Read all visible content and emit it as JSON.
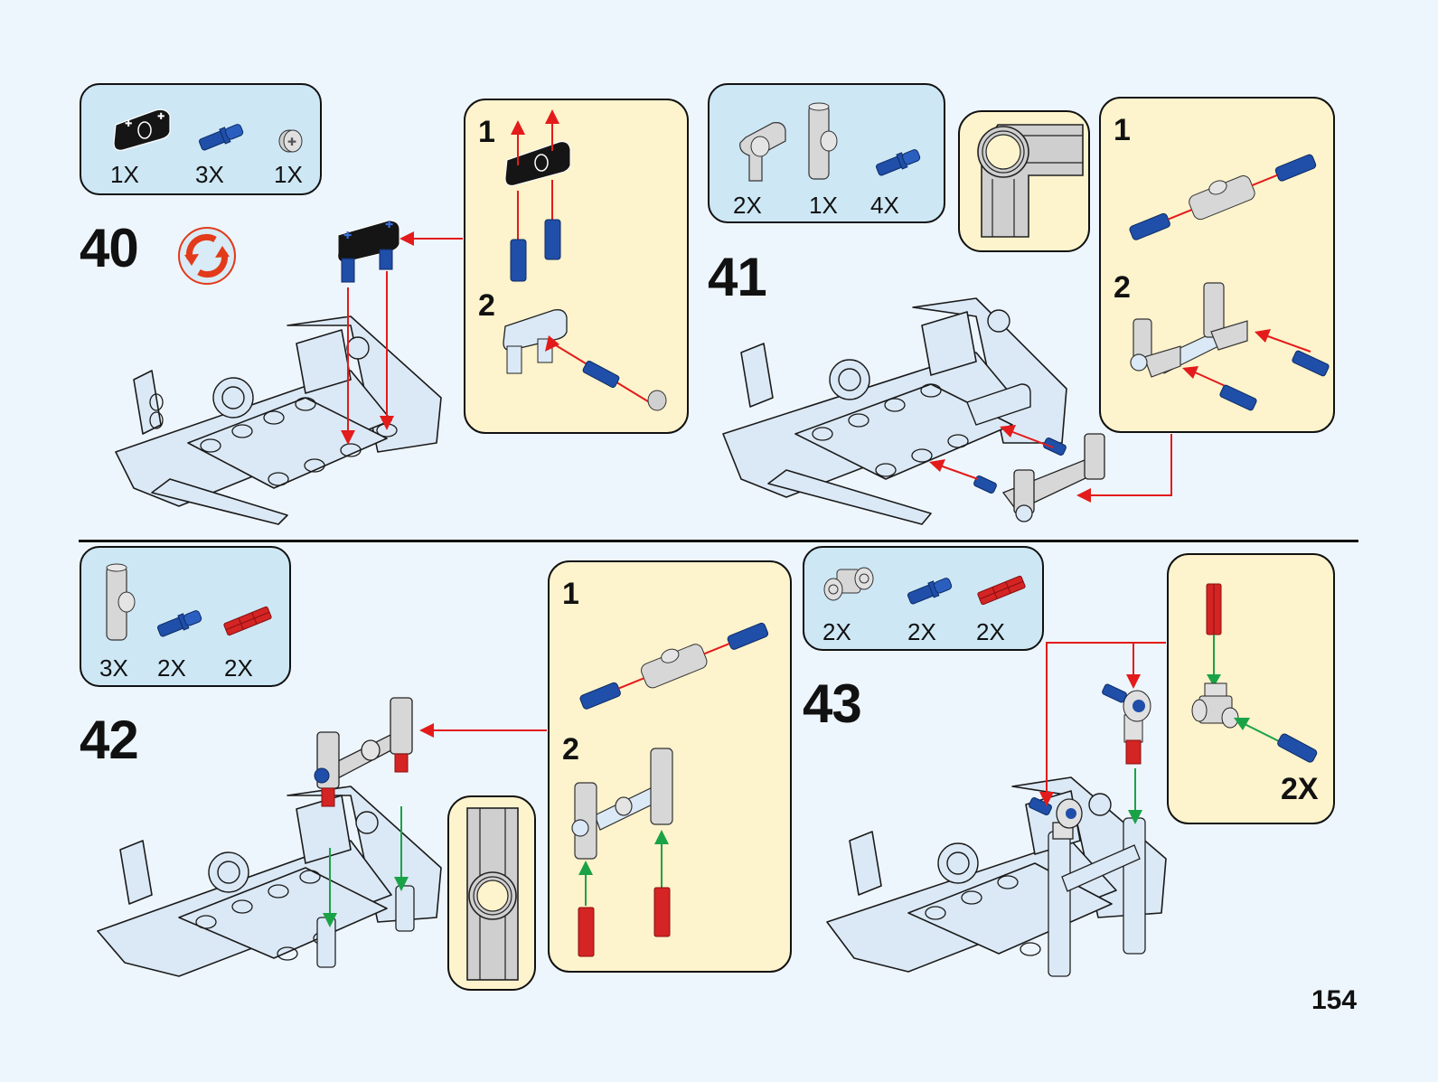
{
  "page": {
    "page_number": "154",
    "colors": {
      "background": "#eef6fd",
      "parts_panel": "#cde7f5",
      "sub_assembly_panel": "#fdf3cc",
      "arrow_red": "#e31b1b",
      "arrow_green": "#1aa346",
      "pin_blue": "#1f4fa8",
      "axle_red": "#d42424",
      "part_gray": "#d7d7d7",
      "part_black": "#151515",
      "model_light_blue": "#dbe9f6"
    }
  },
  "steps": [
    {
      "number": "40",
      "rotate_icon": "rotate-model-icon",
      "parts": [
        {
          "name": "black-beam-2-with-center-hole",
          "qty": "1X"
        },
        {
          "name": "blue-friction-pin-axle",
          "qty": "3X"
        },
        {
          "name": "gray-bush",
          "qty": "1X"
        }
      ],
      "sub_assembly": {
        "substeps": [
          {
            "number": "1",
            "description": "insert two blue pins into black beam"
          },
          {
            "number": "2",
            "description": "insert blue pin with bush into center hole"
          }
        ]
      }
    },
    {
      "number": "41",
      "parts": [
        {
          "name": "gray-angle-connector",
          "qty": "2X"
        },
        {
          "name": "gray-cross-block-connector",
          "qty": "1X"
        },
        {
          "name": "blue-friction-pin-axle",
          "qty": "4X"
        }
      ],
      "orientation_hint": "angle-connector-detail",
      "sub_assembly": {
        "substeps": [
          {
            "number": "1",
            "description": "insert blue pins into both ends of connector"
          },
          {
            "number": "2",
            "description": "attach angle connectors and blue pins"
          }
        ]
      }
    },
    {
      "number": "42",
      "parts": [
        {
          "name": "gray-cross-block-connector",
          "qty": "3X"
        },
        {
          "name": "blue-friction-pin-axle",
          "qty": "2X"
        },
        {
          "name": "red-axle-2",
          "qty": "2X"
        }
      ],
      "orientation_hint": "cross-block-detail",
      "sub_assembly": {
        "substeps": [
          {
            "number": "1",
            "description": "insert blue pins into connector"
          },
          {
            "number": "2",
            "description": "attach cross blocks and red axles"
          }
        ]
      }
    },
    {
      "number": "43",
      "parts": [
        {
          "name": "gray-pin-connector-perpendicular",
          "qty": "2X"
        },
        {
          "name": "blue-friction-pin-axle",
          "qty": "2X"
        },
        {
          "name": "red-axle-2",
          "qty": "2X"
        }
      ],
      "sub_assembly": {
        "multiplier": "2X",
        "substeps": [
          {
            "number": "",
            "description": "insert red axle and blue pin into connector"
          }
        ]
      }
    }
  ]
}
